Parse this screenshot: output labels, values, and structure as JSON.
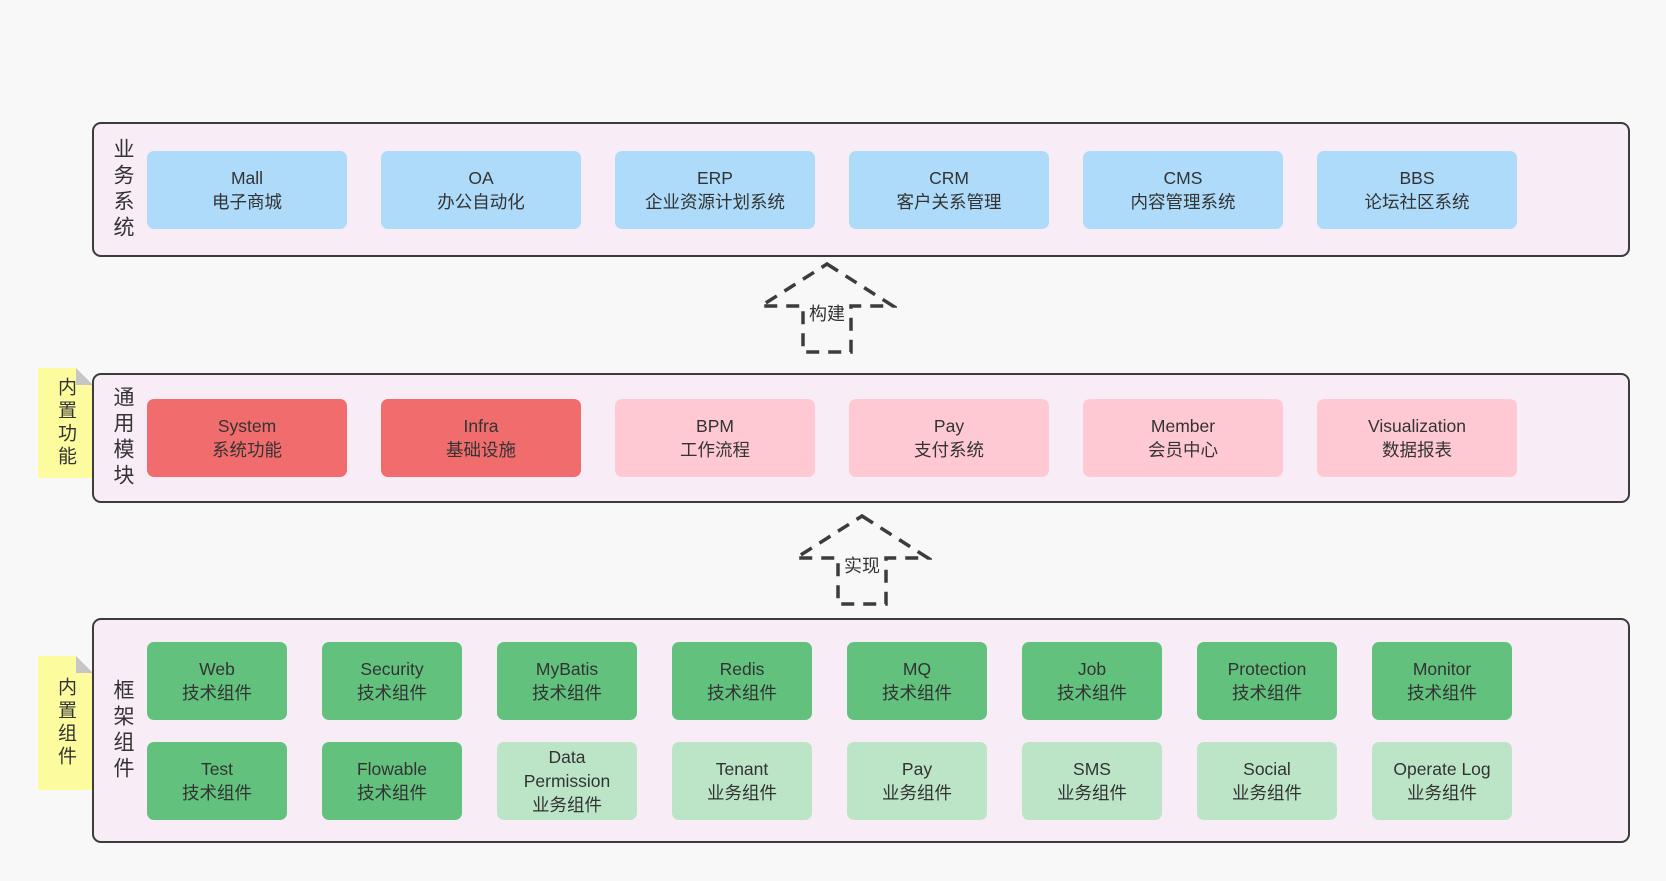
{
  "diagram": {
    "background": "#f8f8f8",
    "text_color": "#333333",
    "border_color": "#3c3c3c",
    "panel_bg": "#f8edf6",
    "note_bg": "#fcfc9f",
    "colors": {
      "blue": "#addbf9",
      "red": "#f16d6d",
      "pink": "#ffc9d4",
      "green": "#62c27d",
      "light_green": "#bce5c8"
    }
  },
  "arrows": [
    {
      "label": "构建"
    },
    {
      "label": "实现"
    }
  ],
  "sections": [
    {
      "title": "业务系统",
      "note": null,
      "rows": [
        [
          {
            "name": "Mall",
            "label": "电子商城",
            "color": "blue"
          },
          {
            "name": "OA",
            "label": "办公自动化",
            "color": "blue"
          },
          {
            "name": "ERP",
            "label": "企业资源计划系统",
            "color": "blue"
          },
          {
            "name": "CRM",
            "label": "客户关系管理",
            "color": "blue"
          },
          {
            "name": "CMS",
            "label": "内容管理系统",
            "color": "blue"
          },
          {
            "name": "BBS",
            "label": "论坛社区系统",
            "color": "blue"
          }
        ]
      ]
    },
    {
      "title": "通用模块",
      "note": "内置功能",
      "rows": [
        [
          {
            "name": "System",
            "label": "系统功能",
            "color": "red"
          },
          {
            "name": "Infra",
            "label": "基础设施",
            "color": "red"
          },
          {
            "name": "BPM",
            "label": "工作流程",
            "color": "pink"
          },
          {
            "name": "Pay",
            "label": "支付系统",
            "color": "pink"
          },
          {
            "name": "Member",
            "label": "会员中心",
            "color": "pink"
          },
          {
            "name": "Visualization",
            "label": "数据报表",
            "color": "pink"
          }
        ]
      ]
    },
    {
      "title": "框架组件",
      "note": "内置组件",
      "rows": [
        [
          {
            "name": "Web",
            "label": "技术组件",
            "color": "green"
          },
          {
            "name": "Security",
            "label": "技术组件",
            "color": "green"
          },
          {
            "name": "MyBatis",
            "label": "技术组件",
            "color": "green"
          },
          {
            "name": "Redis",
            "label": "技术组件",
            "color": "green"
          },
          {
            "name": "MQ",
            "label": "技术组件",
            "color": "green"
          },
          {
            "name": "Job",
            "label": "技术组件",
            "color": "green"
          },
          {
            "name": "Protection",
            "label": "技术组件",
            "color": "green"
          },
          {
            "name": "Monitor",
            "label": "技术组件",
            "color": "green"
          }
        ],
        [
          {
            "name": "Test",
            "label": "技术组件",
            "color": "green"
          },
          {
            "name": "Flowable",
            "label": "技术组件",
            "color": "green"
          },
          {
            "name": "Data Permission",
            "label": "业务组件",
            "color": "light_green"
          },
          {
            "name": "Tenant",
            "label": "业务组件",
            "color": "light_green"
          },
          {
            "name": "Pay",
            "label": "业务组件",
            "color": "light_green"
          },
          {
            "name": "SMS",
            "label": "业务组件",
            "color": "light_green"
          },
          {
            "name": "Social",
            "label": "业务组件",
            "color": "light_green"
          },
          {
            "name": "Operate Log",
            "label": "业务组件",
            "color": "light_green"
          }
        ]
      ]
    }
  ]
}
